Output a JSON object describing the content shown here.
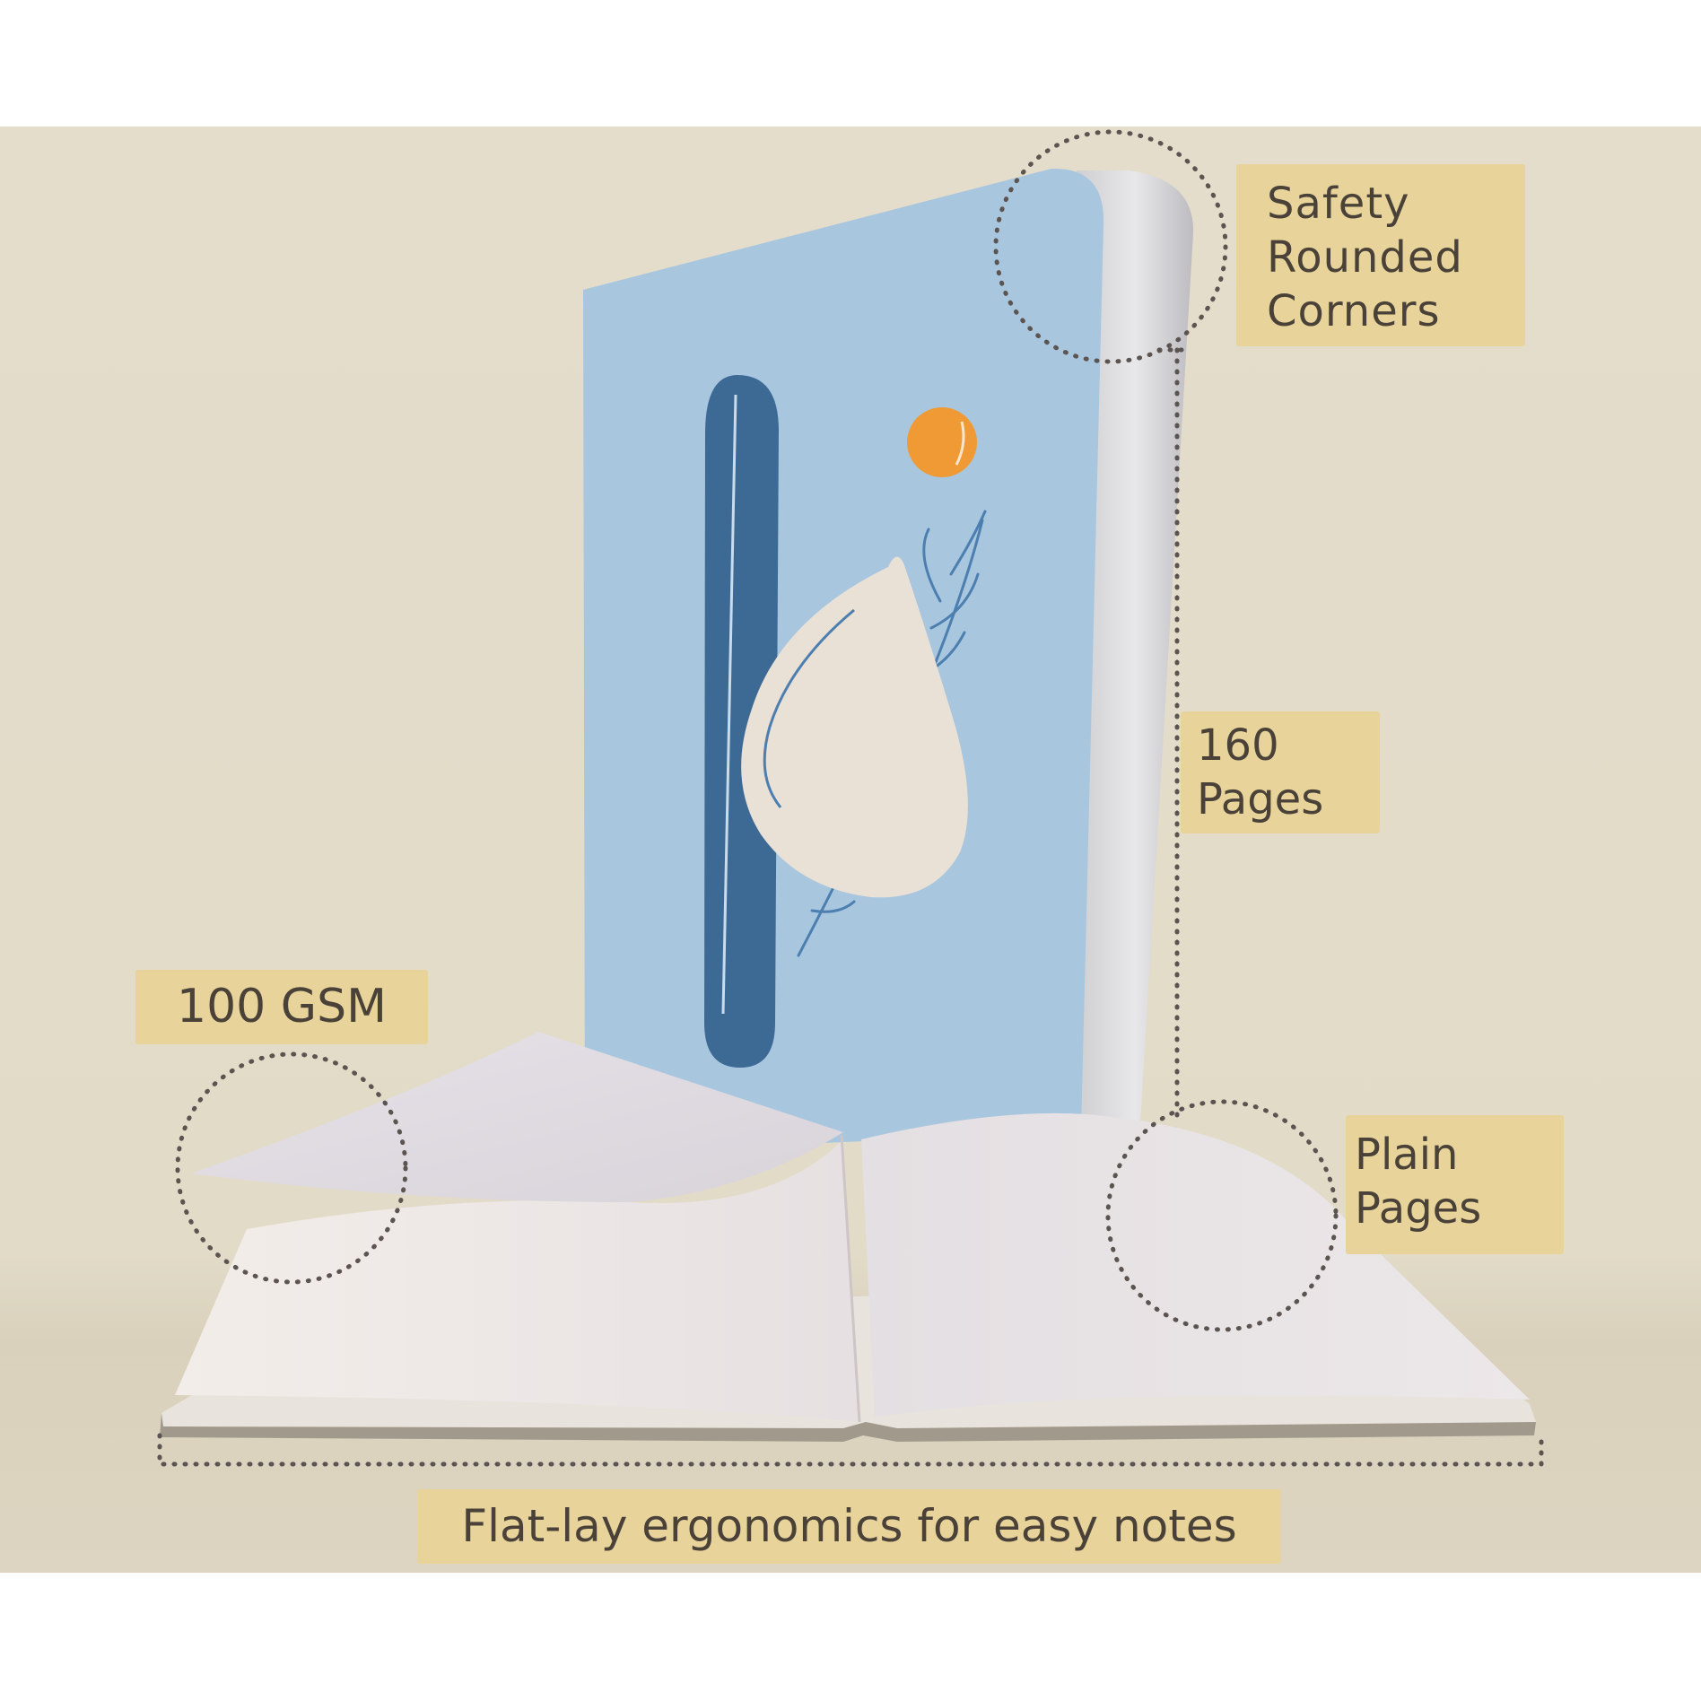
{
  "features": {
    "rounded_corners": {
      "line1": "Safety",
      "line2": "Rounded",
      "line3": "Corners"
    },
    "page_count": {
      "line1": "160",
      "line2": "Pages"
    },
    "paper_weight": {
      "text": "100 GSM"
    },
    "page_type": {
      "line1": "Plain",
      "line2": "Pages"
    },
    "flat_lay": {
      "text": "Flat-lay ergonomics for easy notes"
    }
  },
  "colors": {
    "label_background": "#e8d49a",
    "label_text": "#4a4238",
    "backdrop": "#e4ddcb",
    "cover_blue": "#a9c6df",
    "cover_navy": "#3d6a95",
    "accent_orange": "#ef9a34",
    "cream_shape": "#e9e0d6",
    "page_white": "#f1ece8",
    "callout_dots": "#5b5450"
  },
  "icons": [
    "dotted-circle-callout",
    "dotted-bracket-line"
  ]
}
